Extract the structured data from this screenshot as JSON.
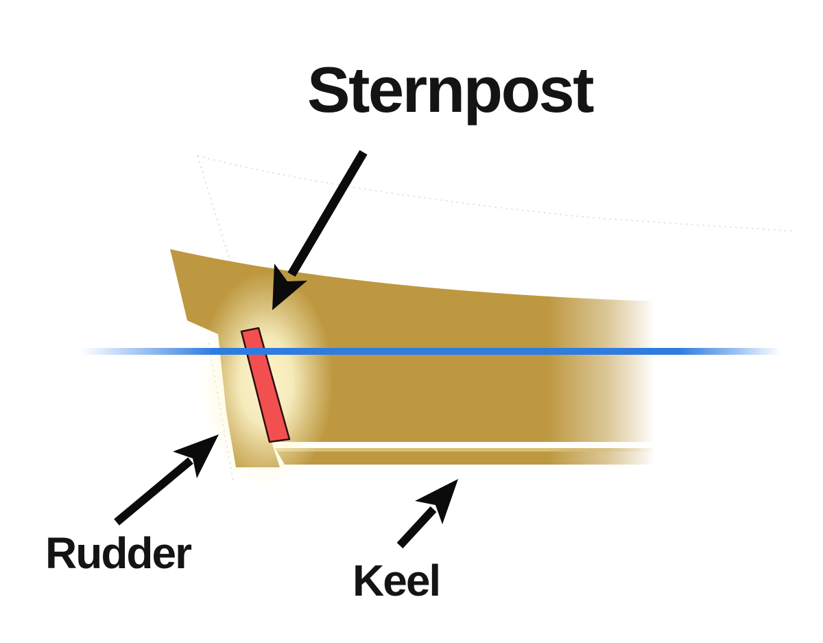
{
  "diagram": {
    "subject": "Ship stern construction diagram",
    "title_label": "Sternpost",
    "part_labels": {
      "rudder": "Rudder",
      "keel": "Keel"
    },
    "parts": [
      "sternpost",
      "rudder",
      "keel",
      "hull",
      "waterline"
    ],
    "colors": {
      "hull": "#BD9840",
      "keel-stripe": "#D9BE74",
      "sternpost": "#F25050",
      "sternpost-outline": "#2E0D0D",
      "waterline": "#2F7CE0",
      "arrow": "#0B0B0B",
      "text": "#141414",
      "glow": "#FFF8CF",
      "ghost": "#D8D8D8",
      "background": "#FFFFFF"
    }
  }
}
